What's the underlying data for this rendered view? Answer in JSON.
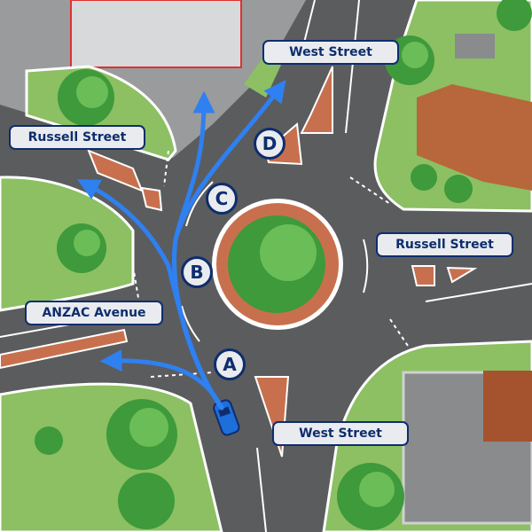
{
  "labels": {
    "west_street_north": "West Street",
    "russell_street_west": "Russell Street",
    "russell_street_east": "Russell Street",
    "anzac_avenue": "ANZAC Avenue",
    "west_street_south": "West Street"
  },
  "markers": [
    "A",
    "B",
    "C",
    "D"
  ],
  "colors": {
    "road": "#5b5c5e",
    "grass": "#8cc063",
    "median": "#c8704e",
    "route": "#2f80f0",
    "label_border": "#0e2d6e"
  }
}
